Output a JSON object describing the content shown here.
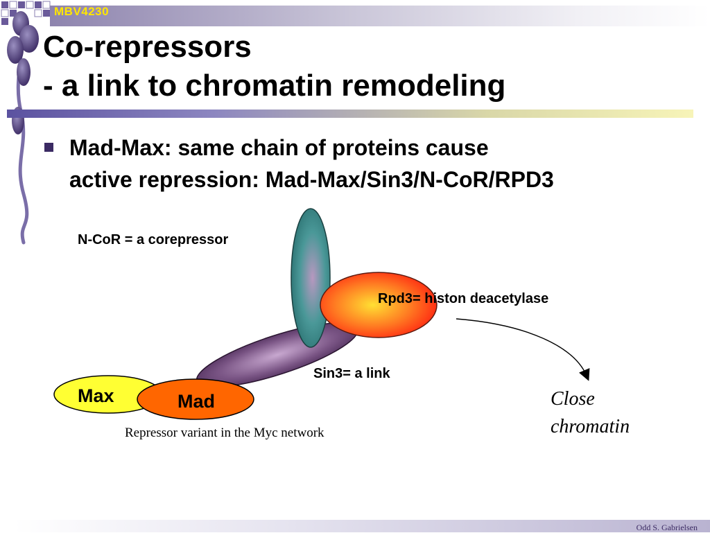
{
  "header": {
    "course_code": "MBV4230",
    "title_line1": "Co-repressors",
    "title_line2": "- a link to chromatin remodeling"
  },
  "bullet": {
    "line1": "Mad-Max: same chain of proteins cause",
    "line2": "active repression: Mad-Max/Sin3/N-CoR/RPD3"
  },
  "diagram": {
    "ncor_label": "N-CoR = a corepressor",
    "rpd3_label": "Rpd3= histon deacetylase",
    "sin3_label": "Sin3= a link",
    "max_label": "Max",
    "mad_label": "Mad",
    "caption": "Repressor variant in the Myc network",
    "outcome_line1": "Close",
    "outcome_line2": "chromatin"
  },
  "footer": {
    "author": "Odd S. Gabrielsen"
  },
  "colors": {
    "accent_purple": "#3b2a63",
    "course_code_yellow": "#ffe600",
    "max_fill": "#ffff33",
    "mad_fill": "#ff6600",
    "ncor_fill": "#3e9090",
    "sin3_fill": "#6e4a78",
    "rpd3_fill": "#ff2a1a"
  }
}
